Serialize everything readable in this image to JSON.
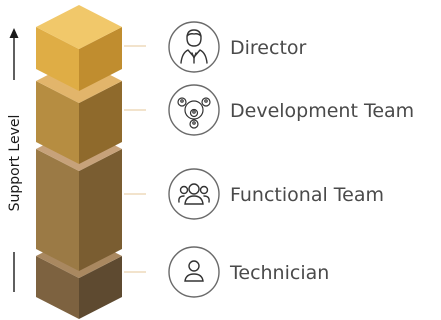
{
  "axis": {
    "label": "Support Level"
  },
  "tiers": [
    {
      "id": "director",
      "label": "Director",
      "icon": "director-person-icon",
      "colors": {
        "top": "#f1c86a",
        "left": "#dfad45",
        "right": "#c08d2f"
      }
    },
    {
      "id": "development-team",
      "label": "Development Team",
      "icon": "development-team-network-icon",
      "colors": {
        "top": "#e2b56b",
        "left": "#b68d41",
        "right": "#8f6a2c"
      }
    },
    {
      "id": "functional-team",
      "label": "Functional Team",
      "icon": "functional-team-group-icon",
      "colors": {
        "top": "#c7a27a",
        "left": "#9b7a45",
        "right": "#7a5d31"
      }
    },
    {
      "id": "technician",
      "label": "Technician",
      "icon": "technician-user-icon",
      "colors": {
        "top": "#a98860",
        "left": "#7d6240",
        "right": "#5e4a30"
      }
    }
  ]
}
